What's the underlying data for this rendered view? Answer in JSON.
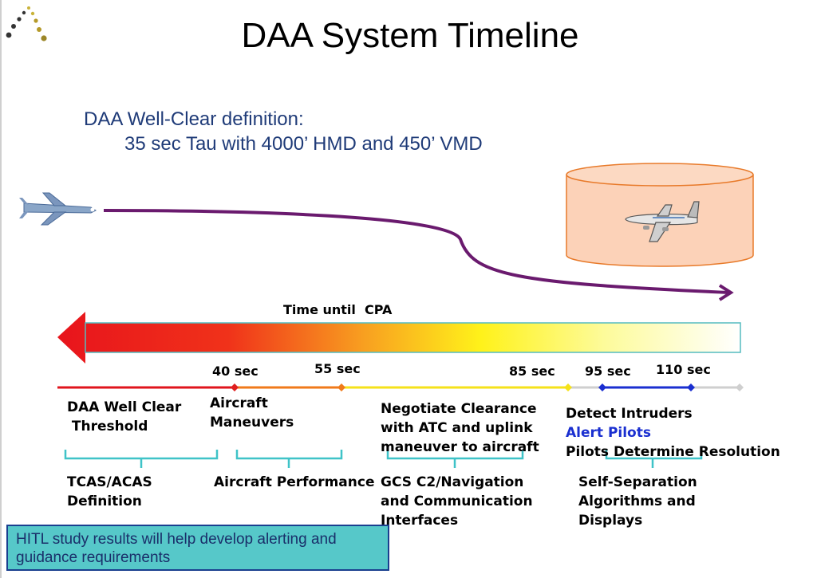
{
  "title": "DAA System Timeline",
  "definition": {
    "line1": "DAA Well-Clear definition:",
    "line2": "35 sec Tau with 4000’ HMD and 450’ VMD"
  },
  "arrow_label": "Time until  CPA",
  "timeline": {
    "ticks": [
      {
        "label": "40 sec",
        "color": "#e02020"
      },
      {
        "label": "55 sec",
        "color": "#f07a1a"
      },
      {
        "label": "85 sec",
        "color": "#f5e21a"
      },
      {
        "label": "95 sec",
        "color": "#1a2fd0"
      },
      {
        "label": "110 sec",
        "color": "#1a2fd0"
      }
    ]
  },
  "phases": [
    {
      "label": "DAA Well Clear\n Threshold"
    },
    {
      "label": "Aircraft\nManeuvers"
    },
    {
      "label": "Negotiate Clearance\nwith ATC and uplink\nmaneuver to aircraft"
    },
    {
      "label": "Detect Intruders",
      "label2": "Alert Pilots",
      "label3": "Pilots Determine Resolution"
    }
  ],
  "brackets": [
    {
      "label": "TCAS/ACAS\nDefinition"
    },
    {
      "label": "Aircraft Performance"
    },
    {
      "label": "GCS C2/Navigation\nand Communication\nInterfaces"
    },
    {
      "label": "Self-Separation\nAlgorithms and\nDisplays"
    }
  ],
  "callout": "HITL study results will help develop alerting and guidance requirements",
  "colors": {
    "definition": "#1f3b78",
    "flight_path": "#6a1a6e",
    "cylinder_fill": "#fcd2b8",
    "cylinder_stroke": "#e87a2a",
    "bracket": "#3fc3c8",
    "alert_pilots": "#1a2fd0",
    "callout_fill": "#56c8c9"
  },
  "icons": [
    "logo-dots-icon",
    "uav-icon",
    "intruder-aircraft-icon"
  ]
}
